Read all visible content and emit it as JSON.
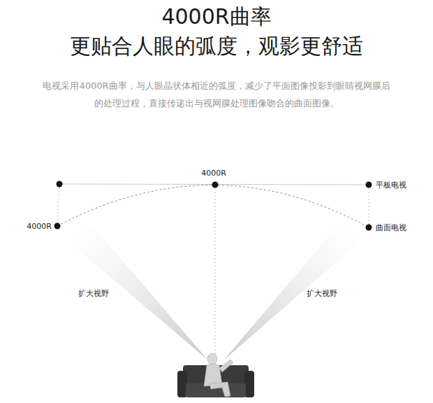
{
  "diagram": {
    "title": "4000R曲率",
    "caption": "电视采用4000R曲率，与人眼晶状体相近的弧度，减少了平面图像投影到眼睛视网膜后的处理过程，直接传递出与视网膜处理图像吻合的曲面图像。",
    "labels": [
      "更贴合人眼的弧度，观影更舒适",
      "4000R",
      "平板电视",
      "4000R",
      "曲面电视",
      "扩大视野",
      "扩大视野"
    ]
  }
}
